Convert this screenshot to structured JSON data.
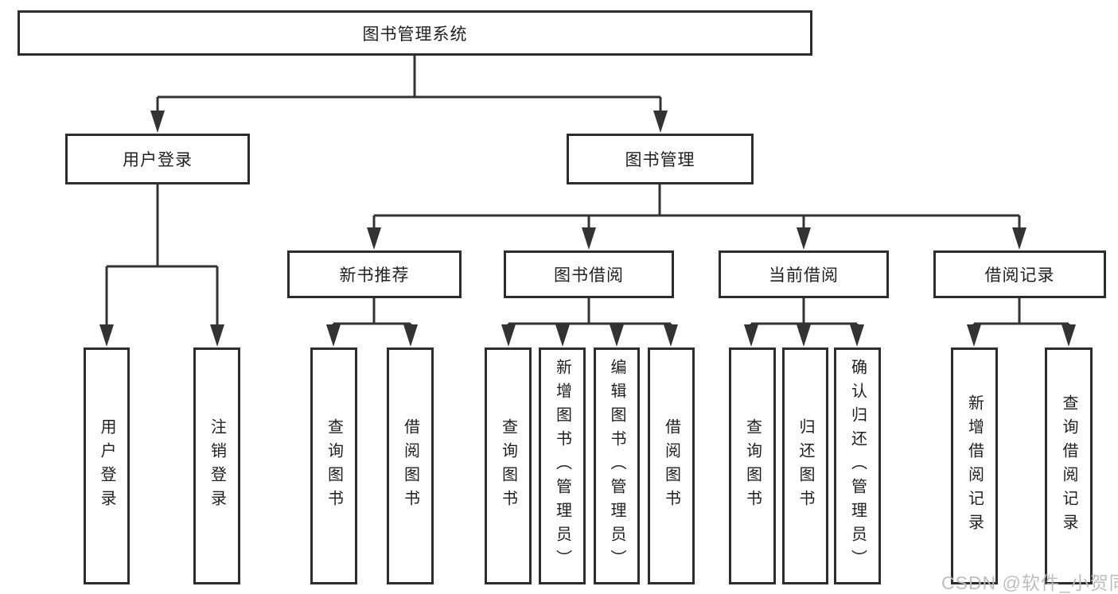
{
  "diagram": {
    "root": {
      "label": "图书管理系统"
    },
    "level2": [
      {
        "label": "用户登录"
      },
      {
        "label": "图书管理"
      }
    ],
    "level3": [
      {
        "label": "新书推荐"
      },
      {
        "label": "图书借阅"
      },
      {
        "label": "当前借阅"
      },
      {
        "label": "借阅记录"
      }
    ],
    "leaves": [
      {
        "label": "用户登录"
      },
      {
        "label": "注销登录"
      },
      {
        "label": "查询图书"
      },
      {
        "label": "借阅图书"
      },
      {
        "label": "查询图书"
      },
      {
        "label": "新增图书（管理员）"
      },
      {
        "label": "编辑图书（管理员）"
      },
      {
        "label": "借阅图书"
      },
      {
        "label": "查询图书"
      },
      {
        "label": "归还图书"
      },
      {
        "label": "确认归还（管理员）"
      },
      {
        "label": "新增借阅记录"
      },
      {
        "label": "查询借阅记录"
      }
    ]
  },
  "watermark": {
    "text": "CSDN @软件_小贺同学"
  },
  "colors": {
    "border": "#2d2d2d",
    "line": "#333333",
    "text": "#1f1f1f",
    "watermark": "#bababa",
    "background": "#ffffff"
  }
}
